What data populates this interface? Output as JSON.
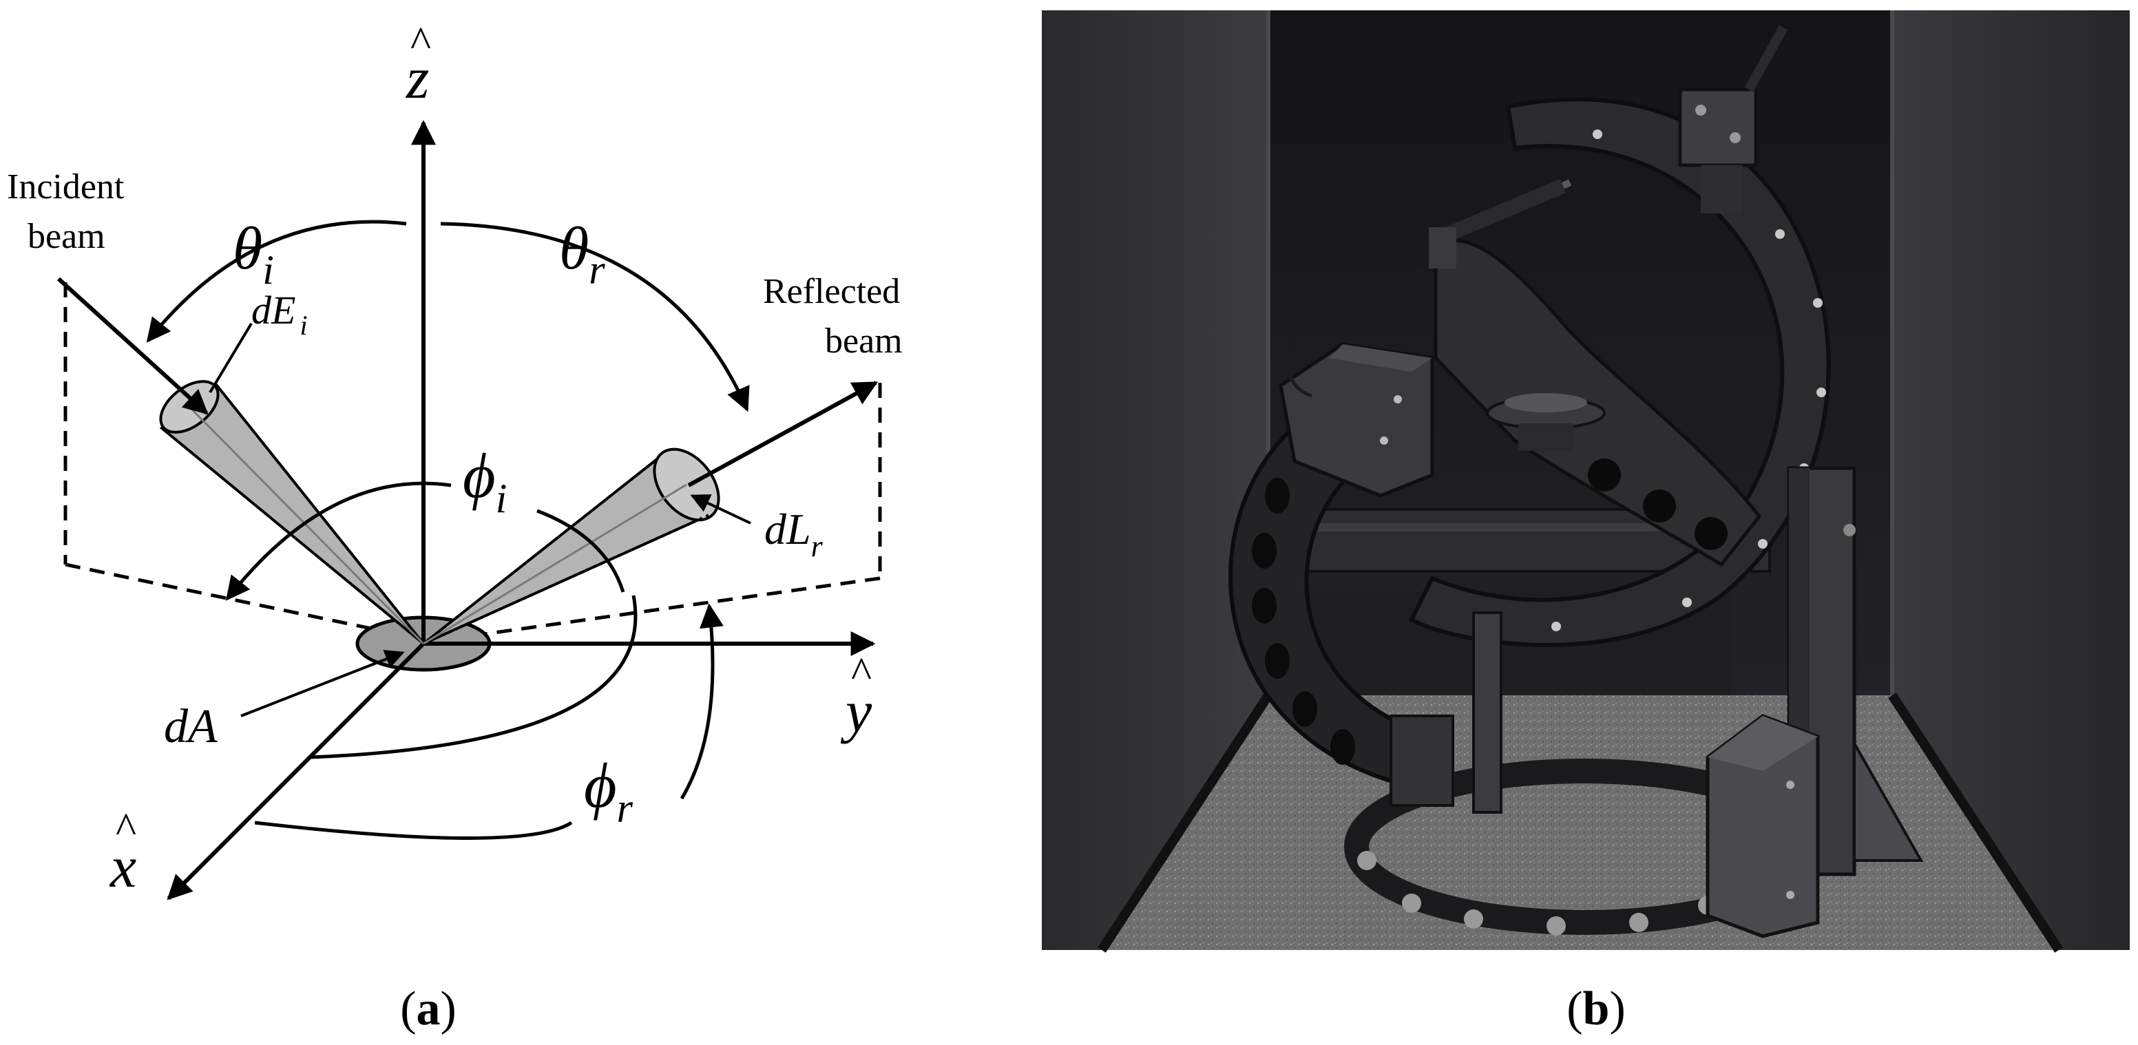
{
  "panel_a": {
    "label_open": "(",
    "label_letter": "a",
    "label_close": ")",
    "axes": {
      "z": "z",
      "y": "y",
      "x": "x",
      "hat": "^"
    },
    "incident": {
      "line1": "Incident",
      "line2": "beam"
    },
    "reflected": {
      "line1": "Reflected",
      "line2": "beam"
    },
    "angles": {
      "theta_i": {
        "sym": "θ",
        "sub": "i"
      },
      "theta_r": {
        "sym": "θ",
        "sub": "r"
      },
      "phi_i": {
        "sym": "ϕ",
        "sub": "i"
      },
      "phi_r": {
        "sym": "ϕ",
        "sub": "r"
      }
    },
    "dE": {
      "sym": "dE",
      "sub": "i"
    },
    "dL": {
      "sym": "dL",
      "sub": "r"
    },
    "dA": "dA"
  },
  "panel_b": {
    "label_open": "(",
    "label_letter": "b",
    "label_close": ")"
  },
  "colors": {
    "cone": "#b4b4b4",
    "ink": "#000000"
  }
}
